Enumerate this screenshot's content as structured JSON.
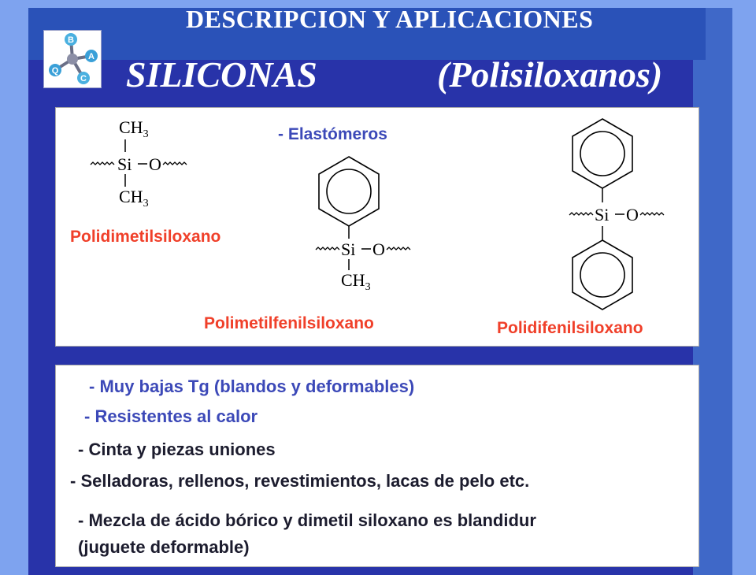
{
  "header": {
    "title": "DESCRIPCION Y APLICACIONES"
  },
  "logo": {
    "letters": [
      "B",
      "A",
      "Q",
      "C"
    ],
    "icon": "molecule-logo-icon"
  },
  "main_title": {
    "left": "SILICONAS",
    "right": "(Polisiloxanos)"
  },
  "structures": {
    "section_label": "- Elastómeros",
    "pdms": {
      "name": "Polidimetilsiloxano",
      "top_group": "CH",
      "top_sub": "3",
      "center": "Si",
      "right": "O",
      "bottom_group": "CH",
      "bottom_sub": "3"
    },
    "pmps": {
      "name": "Polimetilfenilsiloxano",
      "center": "Si",
      "right": "O",
      "bottom_group": "CH",
      "bottom_sub": "3"
    },
    "pdps": {
      "name": "Polidifenilsiloxano",
      "center": "Si",
      "right": "O"
    }
  },
  "properties": [
    "-  Muy bajas Tg  (blandos y deformables)",
    "-  Resistentes al calor",
    "-  Cinta  y piezas uniones",
    "-  Selladoras, rellenos, revestimientos, lacas de pelo etc.",
    "- Mezcla de ácido bórico y dimetil siloxano es blandidur",
    "(juguete deformable)"
  ],
  "colors": {
    "background": "#7ea3ef",
    "panel_blue": "#2833a9",
    "name_red": "#f0402a",
    "text_blue": "#3c49b8"
  }
}
